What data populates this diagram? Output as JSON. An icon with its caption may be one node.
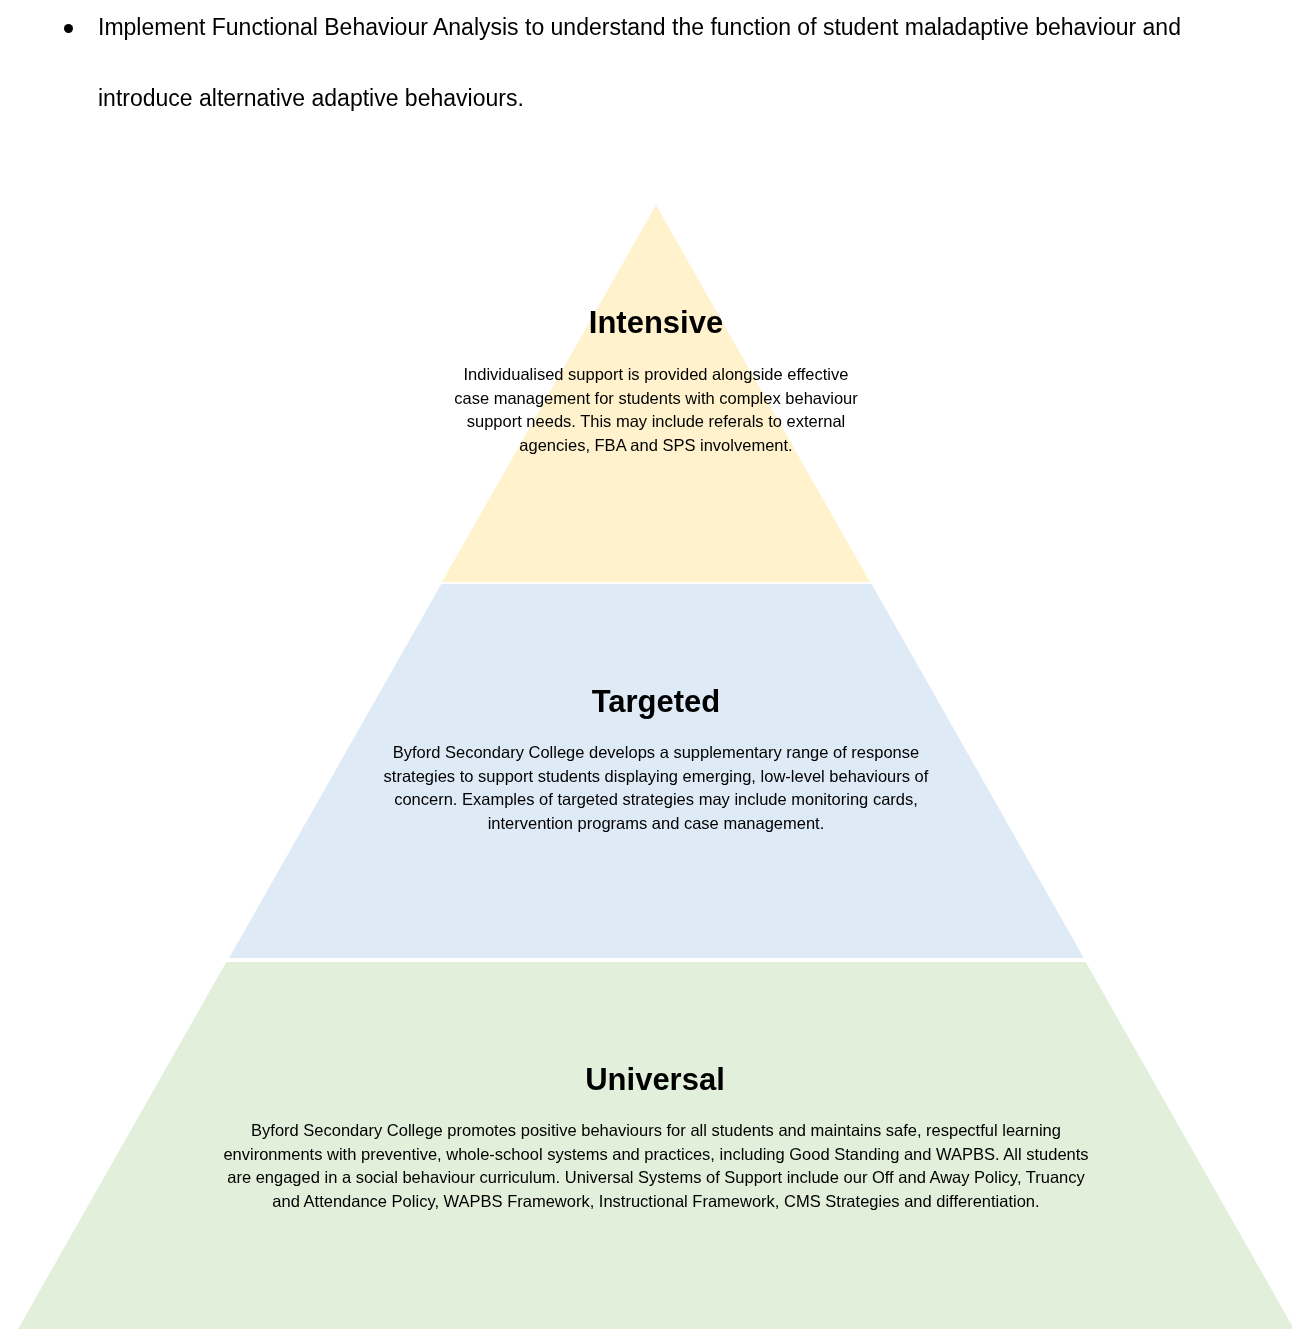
{
  "diagram": {
    "nodes": [
      {
        "text": [
          "Intensive",
          "Individualised support is provided alongside effective case management for students with complex behaviour support needs. This may include referals to external agencies, FBA and SPS involvement."
        ]
      },
      {
        "text": [
          "Targeted",
          "Byford Secondary College develops a supplementary range of response strategies to support students displaying emerging, low-level behaviours of concern. Examples of targeted strategies may include monitoring cards, intervention programs and case management."
        ]
      },
      {
        "text": [
          "Universal",
          "Byford Secondary College promotes positive behaviours for all students and maintains safe, respectful learning environments with preventive, whole-school systems and practices, including Good Standing and WAPBS. All students are engaged in a social behaviour curriculum. Universal Systems of Support include our Off and Away Policy, Truancy and Attendance Policy, WAPBS Framework, Instructional Framework, CMS Strategies and differentiation."
        ]
      }
    ],
    "labels": [
      "Implement Functional Behaviour Analysis to understand the function of student maladaptive behaviour and introduce alternative adaptive behaviours."
    ]
  }
}
